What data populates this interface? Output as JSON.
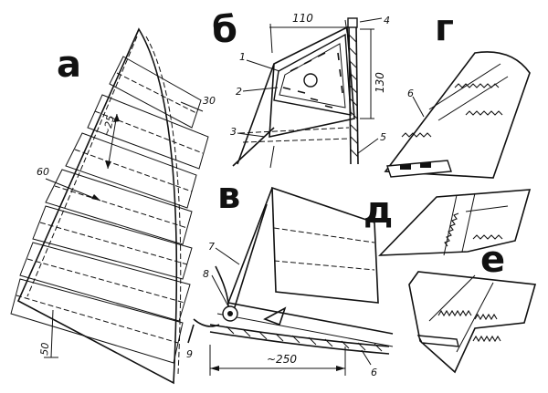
{
  "panels": {
    "a": {
      "letter": "а",
      "dims": {
        "d1": "30",
        "d2": "~25",
        "d3": "60",
        "d4": "50"
      }
    },
    "b": {
      "letter": "б",
      "dims": {
        "width": "110",
        "height": "130"
      },
      "callouts": [
        "1",
        "2",
        "3",
        "4",
        "5"
      ]
    },
    "v": {
      "letter": "в",
      "dims": {
        "length": "~250"
      },
      "callouts": [
        "7",
        "8",
        "9",
        "6"
      ]
    },
    "g": {
      "letter": "г",
      "callouts": [
        "6"
      ]
    },
    "d": {
      "letter": "д"
    },
    "e": {
      "letter": "е"
    }
  }
}
